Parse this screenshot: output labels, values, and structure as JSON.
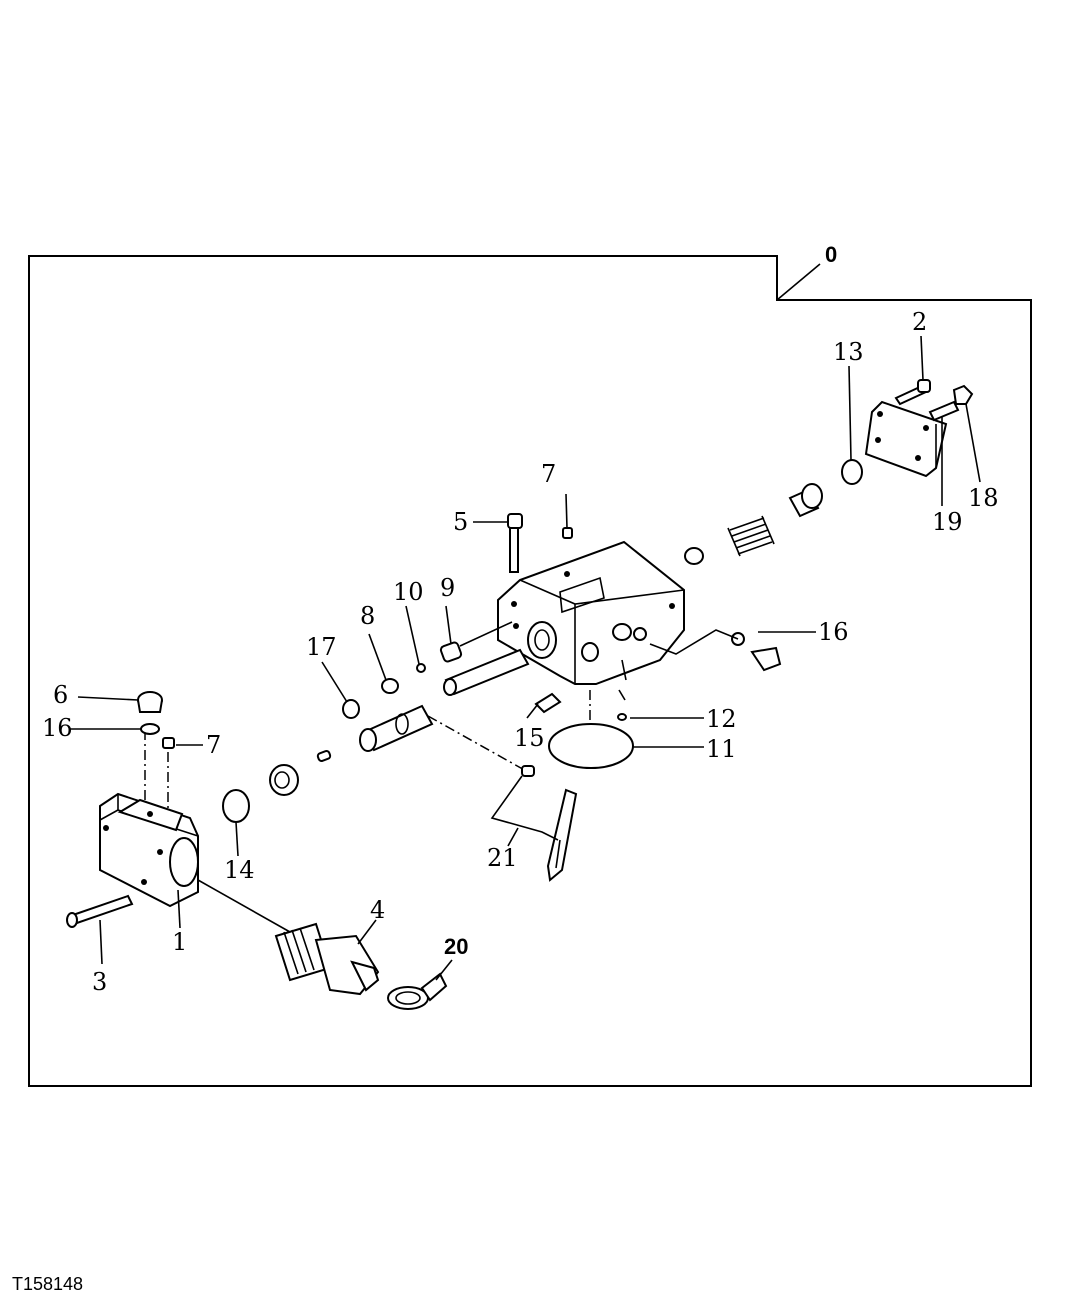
{
  "figure_id": "T158148",
  "callouts": {
    "c0": "0",
    "c1": "1",
    "c2": "2",
    "c3": "3",
    "c4": "4",
    "c5": "5",
    "c6": "6",
    "c7a": "7",
    "c7b": "7",
    "c8": "8",
    "c9": "9",
    "c10": "10",
    "c11": "11",
    "c12": "12",
    "c13": "13",
    "c14": "14",
    "c15": "15",
    "c16a": "16",
    "c16b": "16",
    "c17": "17",
    "c18": "18",
    "c19": "19",
    "c20": "20",
    "c21": "21"
  }
}
